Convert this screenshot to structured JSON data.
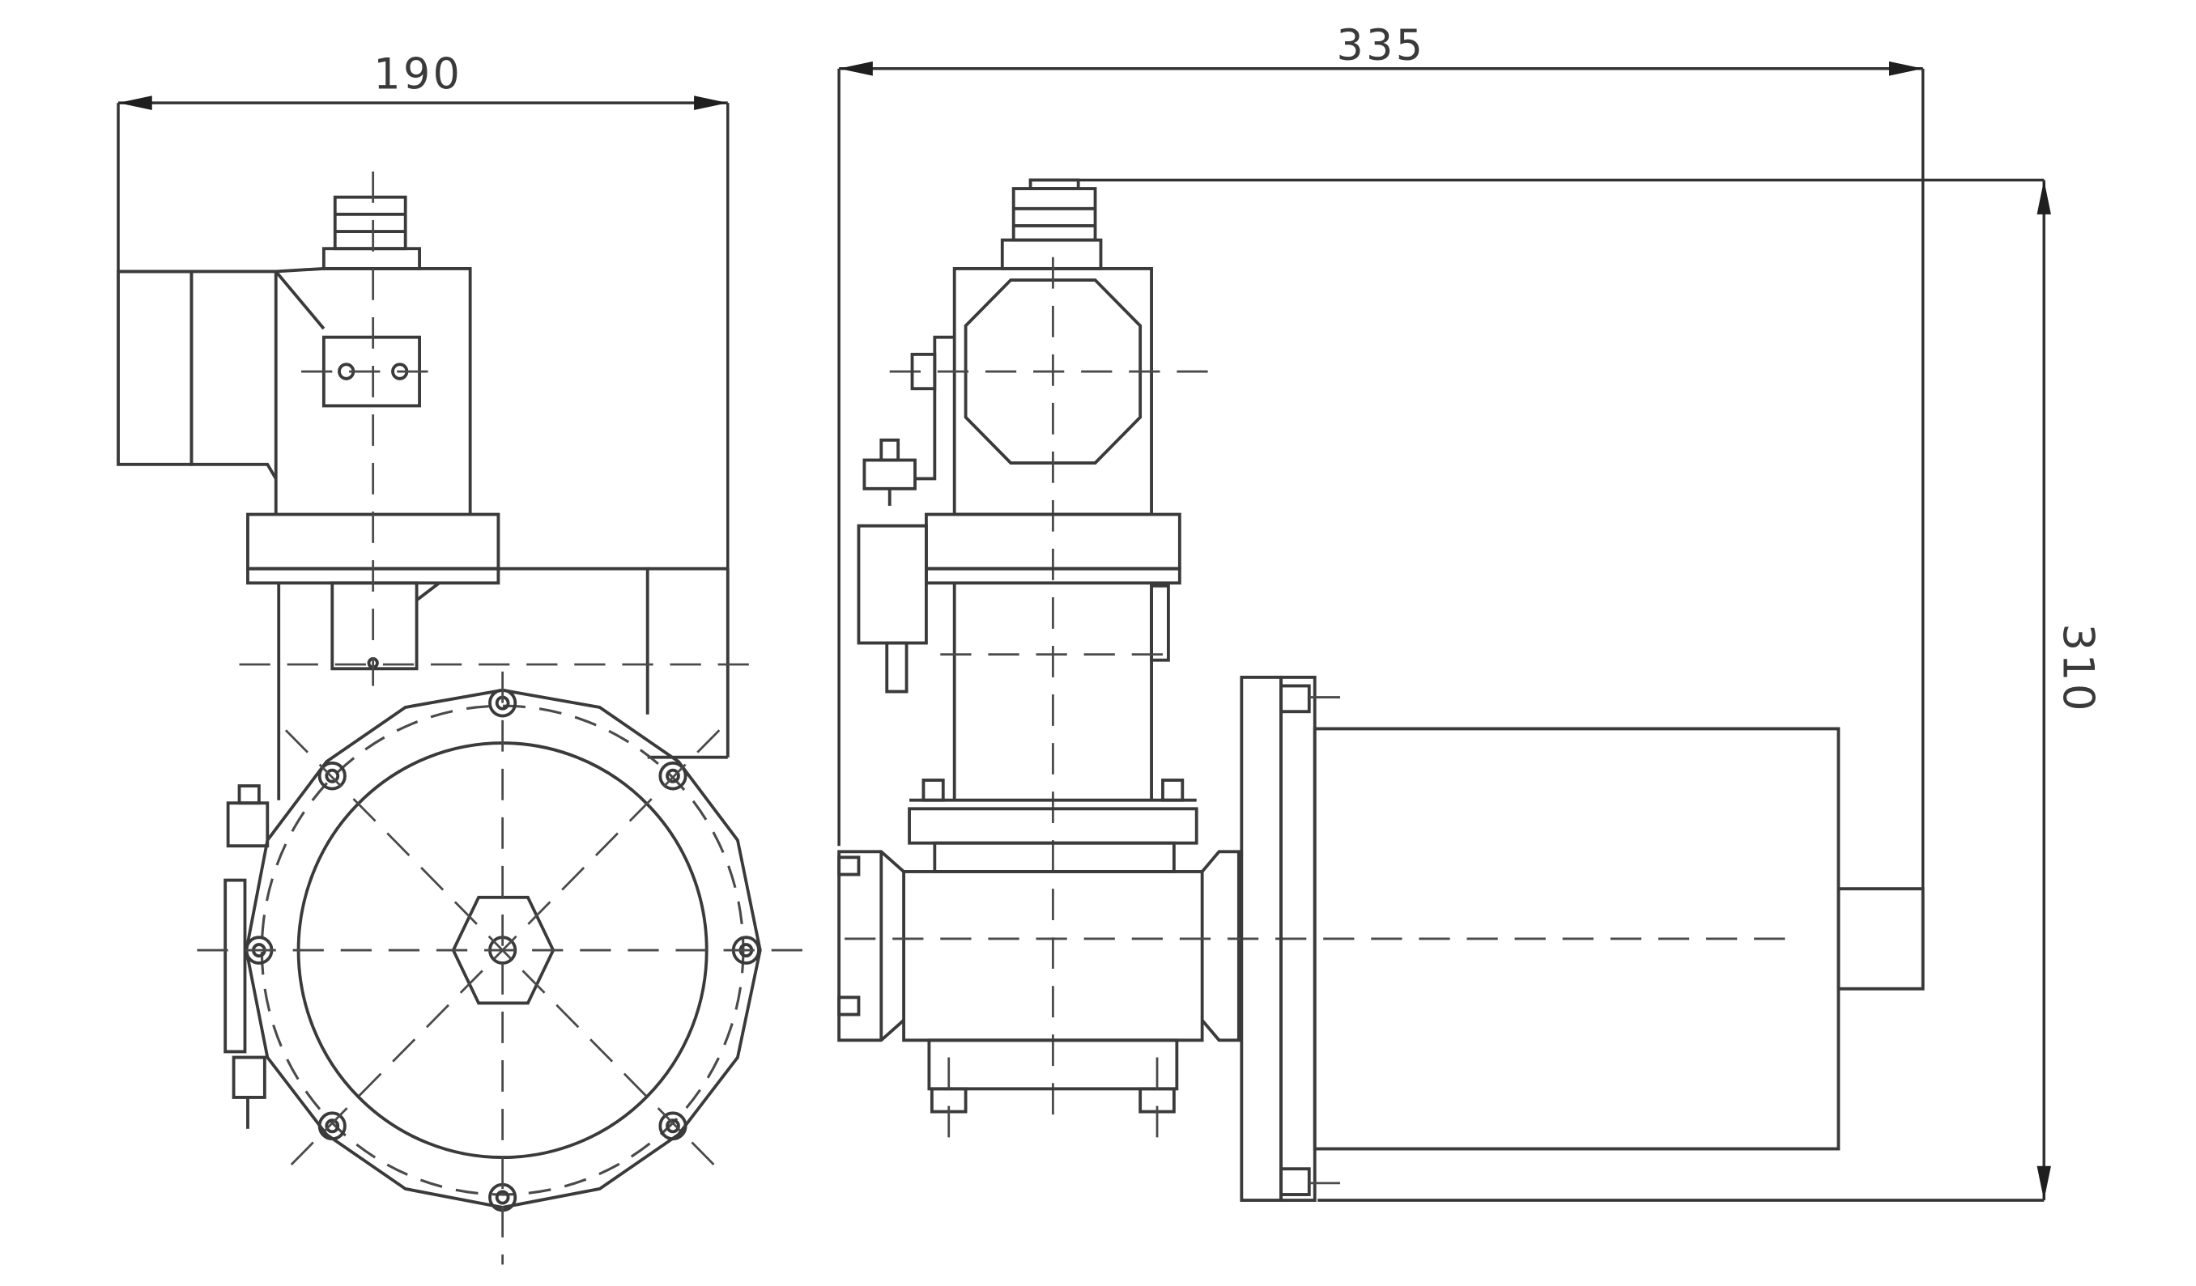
{
  "dimensions": {
    "width_label": "190",
    "length_label": "335",
    "height_label": "310"
  },
  "colors": {
    "line": "#3a3a3a",
    "background": "#ffffff"
  }
}
